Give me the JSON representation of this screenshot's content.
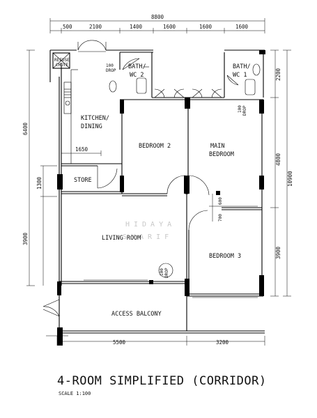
{
  "title": "4-ROOM SIMPLIFIED (CORRIDOR)",
  "scale": "SCALE  1:100",
  "rooms": {
    "refuse_chute": [
      "REFUSE",
      "CHUTE"
    ],
    "bath_wc2": [
      "BATH/",
      "WC 2"
    ],
    "bath_wc1": [
      "BATH/",
      "WC 1"
    ],
    "kitchen": [
      "KITCHEN/",
      "DINING"
    ],
    "bedroom2": "BEDROOM 2",
    "main_bedroom": [
      "MAIN",
      "BEDROOM"
    ],
    "store": "STORE",
    "living_room": "LIVING ROOM",
    "bedroom3": "BEDROOM 3",
    "access_balcony": "ACCESS BALCONY"
  },
  "drops": {
    "drop1": [
      "100",
      "DROP"
    ],
    "drop2": [
      "100",
      "DROP"
    ],
    "drop3": [
      "100",
      "DROP"
    ]
  },
  "watermark": {
    "line1": "HIDAYA",
    "line2": "SYARIF"
  },
  "dimensions": {
    "top_total": "8800",
    "top": [
      "500",
      "2100",
      "1400",
      "1600",
      "1600",
      "1600"
    ],
    "bottom": [
      "5500",
      "3200"
    ],
    "left": [
      "6400",
      "1300",
      "3900"
    ],
    "right": [
      "2200",
      "4800",
      "3900"
    ],
    "right_total": "10900",
    "store_width": "1650",
    "door_600": "600",
    "door_700": "700"
  }
}
